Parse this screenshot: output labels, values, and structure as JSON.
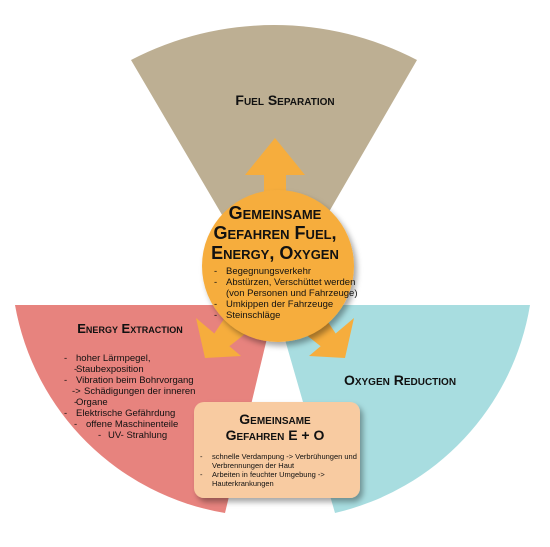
{
  "colors": {
    "fuel": "#bdaf93",
    "energy": "#e7837e",
    "oxygen": "#a8dde0",
    "center": "#f6ad3d",
    "box": "#f8cba1"
  },
  "fuel": {
    "title": "Fuel Separation"
  },
  "energy": {
    "title": "Energy Extraction",
    "items": [
      "hoher Lärmpegel,",
      "Staubexposition",
      "Vibration beim Bohrvorgang",
      "Schädigungen der inneren",
      "Organe",
      "Elektrische  Gefährdung",
      "offene Maschinenteile",
      "UV- Strahlung"
    ]
  },
  "oxygen": {
    "title": "Oxygen Reduction"
  },
  "center": {
    "title_lines": [
      "Gemeinsame",
      "Gefahren Fuel,",
      "Energy, Oxygen"
    ],
    "items": [
      "Begegnungsverkehr",
      "Abstürzen, Verschüttet werden (von Personen und Fahrzeuge)",
      "Umkippen der Fahrzeuge",
      "Steinschläge"
    ]
  },
  "eo": {
    "title_lines": [
      "Gemeinsame",
      "Gefahren E + O"
    ],
    "items": [
      "schnelle Verdampung -> Verbrühungen und Verbrennungen der Haut",
      "Arbeiten in feuchter Umgebung -> Hauterkrankungen"
    ]
  }
}
